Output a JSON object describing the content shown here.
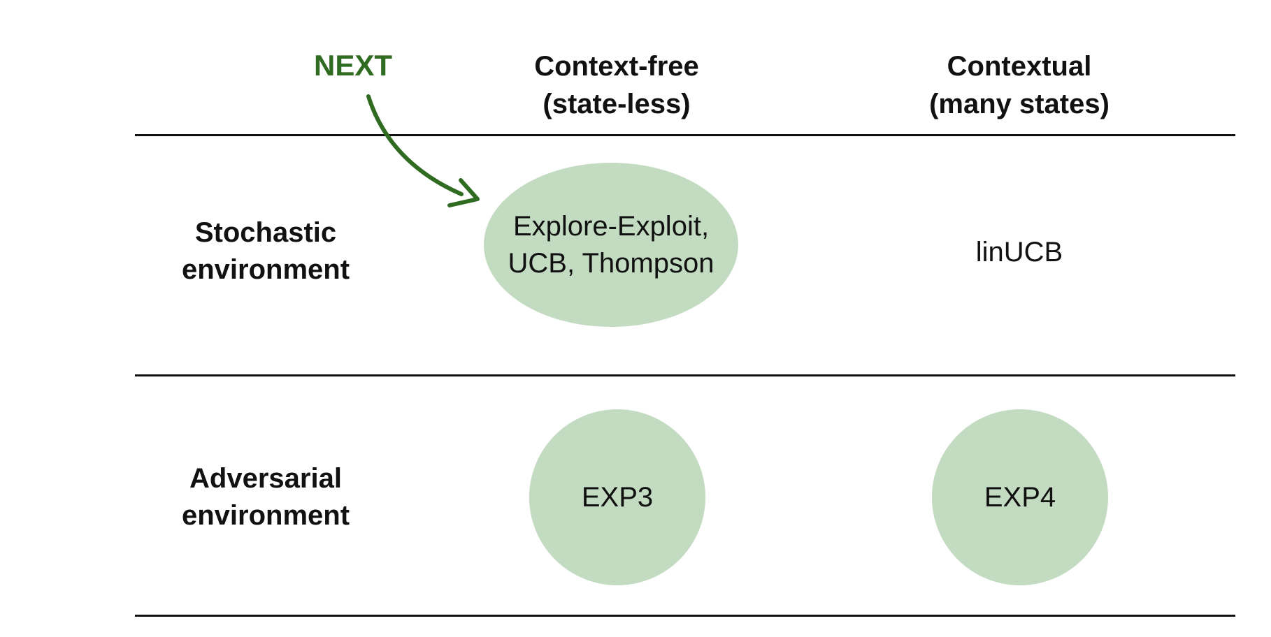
{
  "colors": {
    "accent_green": "#2f6b21",
    "bubble_fill": "#c3dbc1",
    "text": "#111111",
    "rule": "#111111"
  },
  "next_label": "NEXT",
  "columns": [
    {
      "line1": "Context-free",
      "line2": "(state-less)"
    },
    {
      "line1": "Contextual",
      "line2": "(many states)"
    }
  ],
  "rows": [
    {
      "line1": "Stochastic",
      "line2": "environment",
      "cells": [
        {
          "lines": [
            "Explore-Exploit,",
            "UCB, Thompson"
          ],
          "highlighted": true
        },
        {
          "lines": [
            "linUCB"
          ],
          "highlighted": false
        }
      ]
    },
    {
      "line1": "Adversarial",
      "line2": "environment",
      "cells": [
        {
          "lines": [
            "EXP3"
          ],
          "highlighted": true
        },
        {
          "lines": [
            "EXP4"
          ],
          "highlighted": true
        }
      ]
    }
  ],
  "arrow_icon": "curved-arrow-icon"
}
